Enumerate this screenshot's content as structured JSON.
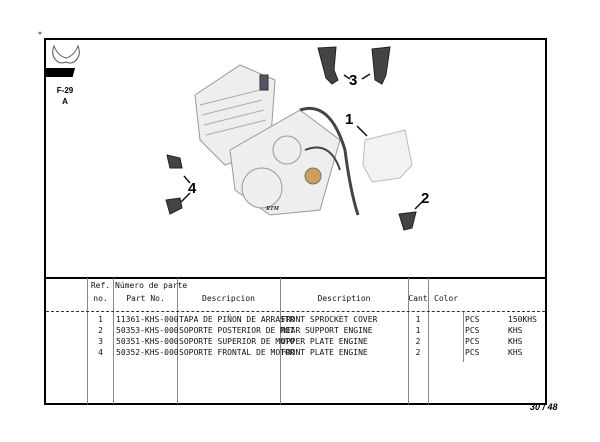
{
  "corner_mark": "*",
  "logo_text": "RTM",
  "figure": {
    "code": "F-29",
    "variant": "A"
  },
  "callouts": [
    "1",
    "2",
    "3",
    "4"
  ],
  "table": {
    "headers": {
      "ref_top": "Ref.",
      "ref_bottom": "no.",
      "part_top": "Número de parte",
      "part_bottom": "Part No.",
      "descripcion": "Descripcion",
      "description": "Description",
      "cant": "Cant",
      "color": "Color"
    },
    "rows": [
      {
        "ref": "1",
        "part": "11361-KHS-000",
        "descripcion": "TAPA DE PIÑON DE ARRASTR",
        "description": "FRONT SPROCKET COVER",
        "cant": "1",
        "unit": "PCS",
        "model": "150KHS"
      },
      {
        "ref": "2",
        "part": "50353-KHS-000",
        "descripcion": "SOPORTE POSTERIOR DE MOT",
        "description": "REAR SUPPORT ENGINE",
        "cant": "1",
        "unit": "PCS",
        "model": "KHS"
      },
      {
        "ref": "3",
        "part": "50351-KHS-000",
        "descripcion": "SOPORTE SUPERIOR DE MOTO",
        "description": "UPPER PLATE ENGINE",
        "cant": "2",
        "unit": "PCS",
        "model": "KHS"
      },
      {
        "ref": "4",
        "part": "50352-KHS-000",
        "descripcion": "SOPORTE FRONTAL DE MOTOR",
        "description": "FRONT PLATE ENGINE",
        "cant": "2",
        "unit": "PCS",
        "model": "KHS"
      }
    ]
  },
  "page": "30 / 48"
}
